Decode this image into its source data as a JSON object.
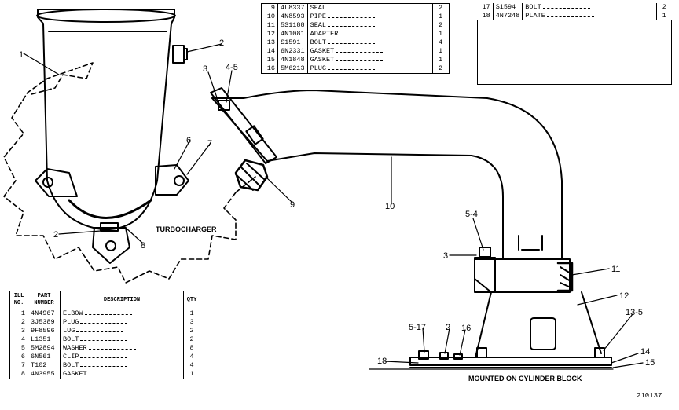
{
  "parts_top": [
    {
      "no": "9",
      "part": "4L8337",
      "desc": "SEAL",
      "qty": "2"
    },
    {
      "no": "10",
      "part": "4N8593",
      "desc": "PIPE",
      "qty": "1"
    },
    {
      "no": "11",
      "part": "5S1188",
      "desc": "SEAL",
      "qty": "2"
    },
    {
      "no": "12",
      "part": "4N1081",
      "desc": "ADAPTER",
      "qty": "1"
    },
    {
      "no": "13",
      "part": "S1591",
      "desc": "BOLT",
      "qty": "4"
    },
    {
      "no": "14",
      "part": "6N2331",
      "desc": "GASKET",
      "qty": "1"
    },
    {
      "no": "15",
      "part": "4N1848",
      "desc": "GASKET",
      "qty": "1"
    },
    {
      "no": "16",
      "part": "5M6213",
      "desc": "PLUG",
      "qty": "2"
    }
  ],
  "parts_right": [
    {
      "no": "17",
      "part": "S1594",
      "desc": "BOLT",
      "qty": "2"
    },
    {
      "no": "18",
      "part": "4N7248",
      "desc": "PLATE",
      "qty": "1"
    }
  ],
  "parts_bottom_header": {
    "no": "ILL NO.",
    "part": "PART NUMBER",
    "desc": "DESCRIPTION",
    "qty": "QTY"
  },
  "parts_bottom": [
    {
      "no": "1",
      "part": "4N4967",
      "desc": "ELBOW",
      "qty": "1"
    },
    {
      "no": "2",
      "part": "3J5389",
      "desc": "PLUG",
      "qty": "3"
    },
    {
      "no": "3",
      "part": "9F8596",
      "desc": "LUG",
      "qty": "2"
    },
    {
      "no": "4",
      "part": "L1351",
      "desc": "BOLT",
      "qty": "2"
    },
    {
      "no": "5",
      "part": "5M2894",
      "desc": "WASHER",
      "qty": "8"
    },
    {
      "no": "6",
      "part": "6N561",
      "desc": "CLIP",
      "qty": "4"
    },
    {
      "no": "7",
      "part": "T102",
      "desc": "BOLT",
      "qty": "4"
    },
    {
      "no": "8",
      "part": "4N3955",
      "desc": "GASKET",
      "qty": "1"
    }
  ],
  "callouts": [
    "1",
    "2",
    "3",
    "4-5",
    "6",
    "7",
    "2",
    "8",
    "9",
    "10",
    "5-4",
    "3",
    "11",
    "12",
    "13-5",
    "5-17",
    "2",
    "16",
    "18",
    "14",
    "15"
  ],
  "captions": {
    "turbocharger": "TURBOCHARGER",
    "mounted": "MOUNTED ON CYLINDER BLOCK",
    "figure_number": "210137"
  }
}
